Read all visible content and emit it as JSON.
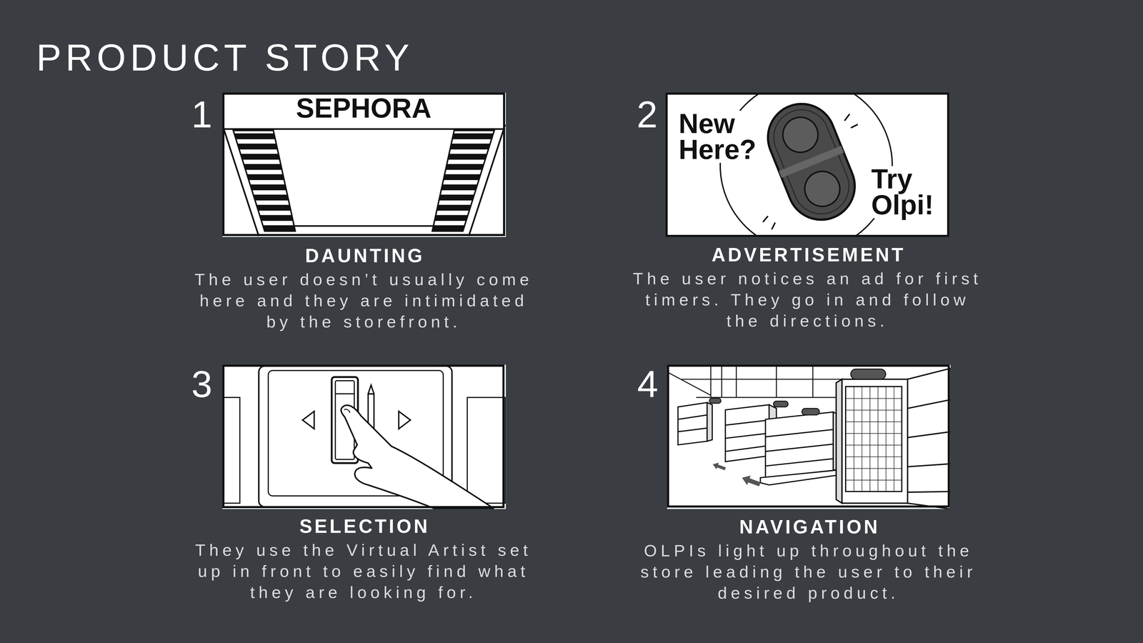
{
  "diagram": {
    "title": "PRODUCT STORY",
    "nodes": [
      {
        "text": [
          "DAUNTING",
          "The user doesn’t usually come here and they are intimidated by the storefront."
        ]
      },
      {
        "text": [
          "ADVERTISEMENT",
          "The user notices an ad for first timers. They go in and follow the directions."
        ]
      },
      {
        "text": [
          "SELECTION",
          "They use the Virtual Artist set up in front to easily find what they are looking for."
        ]
      },
      {
        "text": [
          "NAVIGATION",
          "OLPIs light up throughout the store leading the user to their desired product."
        ]
      }
    ],
    "labels": [
      "1",
      "SEPHORA",
      "2",
      "New Here?",
      "Try Olpi!",
      "3",
      "4"
    ]
  }
}
